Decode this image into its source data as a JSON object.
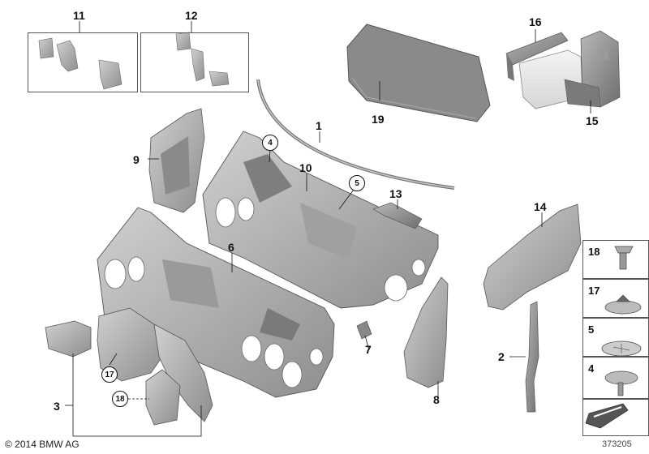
{
  "labels": {
    "l1": "1",
    "l2": "2",
    "l3": "3",
    "l4": "4",
    "l5": "5",
    "l6": "6",
    "l7": "7",
    "l8": "8",
    "l9": "9",
    "l10": "10",
    "l11": "11",
    "l12": "12",
    "l13": "13",
    "l14": "14",
    "l15": "15",
    "l16": "16",
    "l17": "17",
    "l18": "18",
    "l19": "19"
  },
  "callouts": {
    "c4": "4",
    "c5": "5",
    "c17": "17",
    "c18": "18"
  },
  "legend": {
    "i18": "18",
    "i17": "17",
    "i5": "5",
    "i4": "4"
  },
  "copyright": "© 2014 BMW AG",
  "doc_id": "373205"
}
